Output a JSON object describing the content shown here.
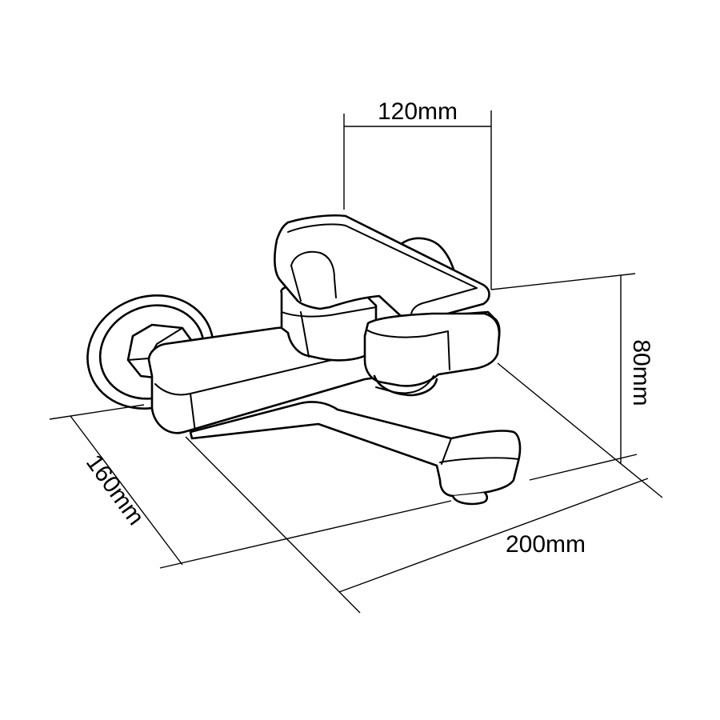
{
  "diagram": {
    "subject": "wall-mounted bath mixer faucet",
    "dimensions": {
      "top_width": "120mm",
      "height": "80mm",
      "depth": "160mm",
      "length": "200mm"
    },
    "colors": {
      "line": "#000000",
      "background": "#ffffff"
    }
  }
}
